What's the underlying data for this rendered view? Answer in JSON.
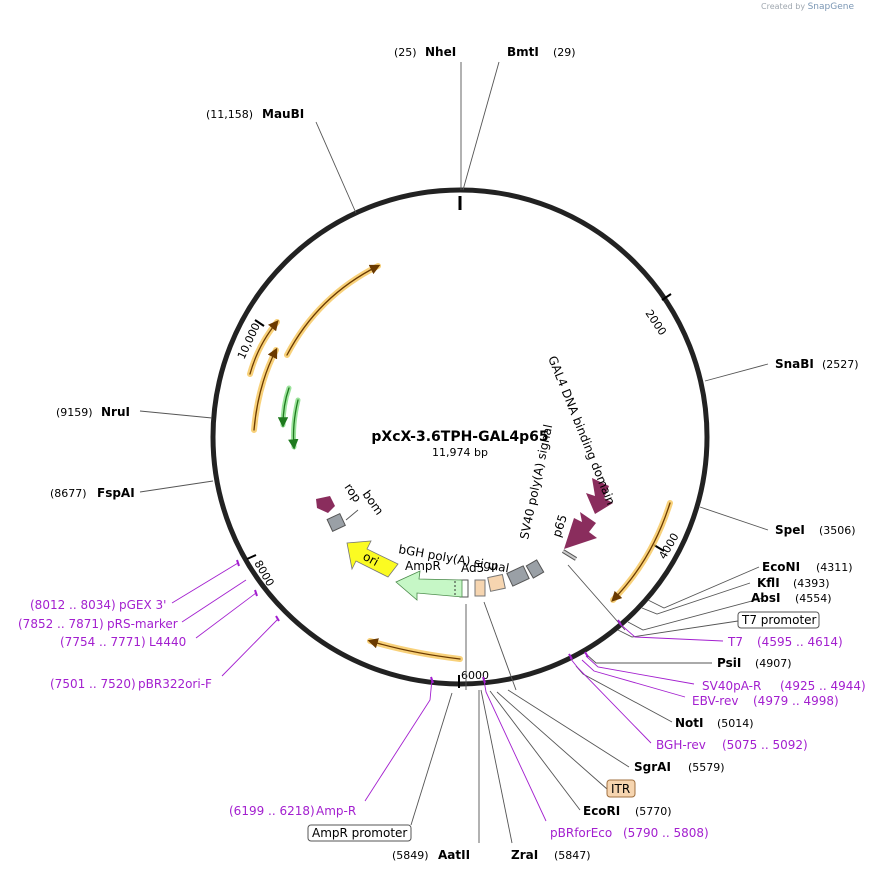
{
  "watermark": {
    "created_by": "Created by",
    "brand": "SnapGene"
  },
  "plasmid": {
    "name": "pXcX-3.6TPH-GAL4p65",
    "size": "11,974 bp"
  },
  "ticks": [
    "2000",
    "4000",
    "6000",
    "8000",
    "10,000"
  ],
  "enzymes": [
    {
      "name": "NheI",
      "pos": "(25)"
    },
    {
      "name": "BmtI",
      "pos": "(29)"
    },
    {
      "name": "MauBI",
      "pos": "(11,158)"
    },
    {
      "name": "SnaBI",
      "pos": "(2527)"
    },
    {
      "name": "NruI",
      "pos": "(9159)"
    },
    {
      "name": "FspAI",
      "pos": "(8677)"
    },
    {
      "name": "SpeI",
      "pos": "(3506)"
    },
    {
      "name": "EcoNI",
      "pos": "(4311)"
    },
    {
      "name": "KflI",
      "pos": "(4393)"
    },
    {
      "name": "AbsI",
      "pos": "(4554)"
    },
    {
      "name": "PsiI",
      "pos": "(4907)"
    },
    {
      "name": "NotI",
      "pos": "(5014)"
    },
    {
      "name": "SgrAI",
      "pos": "(5579)"
    },
    {
      "name": "EcoRI",
      "pos": "(5770)"
    },
    {
      "name": "AatII",
      "pos": "(5849)"
    },
    {
      "name": "ZraI",
      "pos": "(5847)"
    }
  ],
  "primers": [
    {
      "name": "pGEX 3'",
      "range": "(8012 .. 8034)"
    },
    {
      "name": "pRS-marker",
      "range": "(7852 .. 7871)"
    },
    {
      "name": "L4440",
      "range": "(7754 .. 7771)"
    },
    {
      "name": "pBR322ori-F",
      "range": "(7501 .. 7520)"
    },
    {
      "name": "T7",
      "range": "(4595 .. 4614)"
    },
    {
      "name": "SV40pA-R",
      "range": "(4925 .. 4944)"
    },
    {
      "name": "EBV-rev",
      "range": "(4979 .. 4998)"
    },
    {
      "name": "BGH-rev",
      "range": "(5075 .. 5092)"
    },
    {
      "name": "Amp-R",
      "range": "(6199 .. 6218)"
    },
    {
      "name": "pBRforEco",
      "range": "(5790 .. 5808)"
    }
  ],
  "boxed": {
    "t7_promoter": "T7 promoter",
    "itr": "ITR",
    "ampr_promoter": "AmpR promoter"
  },
  "features": {
    "gal4": "GAL4 DNA binding domain",
    "sv40": "SV40 poly(A) signal",
    "p65": "p65",
    "bgh": "bGH poly(A) signal",
    "ad5": "Ad5 Ψ",
    "ampr": "AmpR",
    "ori": "ori",
    "rop": "rop",
    "bom": "bom"
  },
  "colors": {
    "backbone": "#222222",
    "feature_orange": "#f5c24e",
    "feature_dark": "#8a2d5d",
    "ampr_fill": "#c6f7c6",
    "ori_fill": "#fbfb22",
    "grey_box": "#9aa0a6",
    "peach_box": "#f6d5b0",
    "primer": "#a31fcf"
  }
}
